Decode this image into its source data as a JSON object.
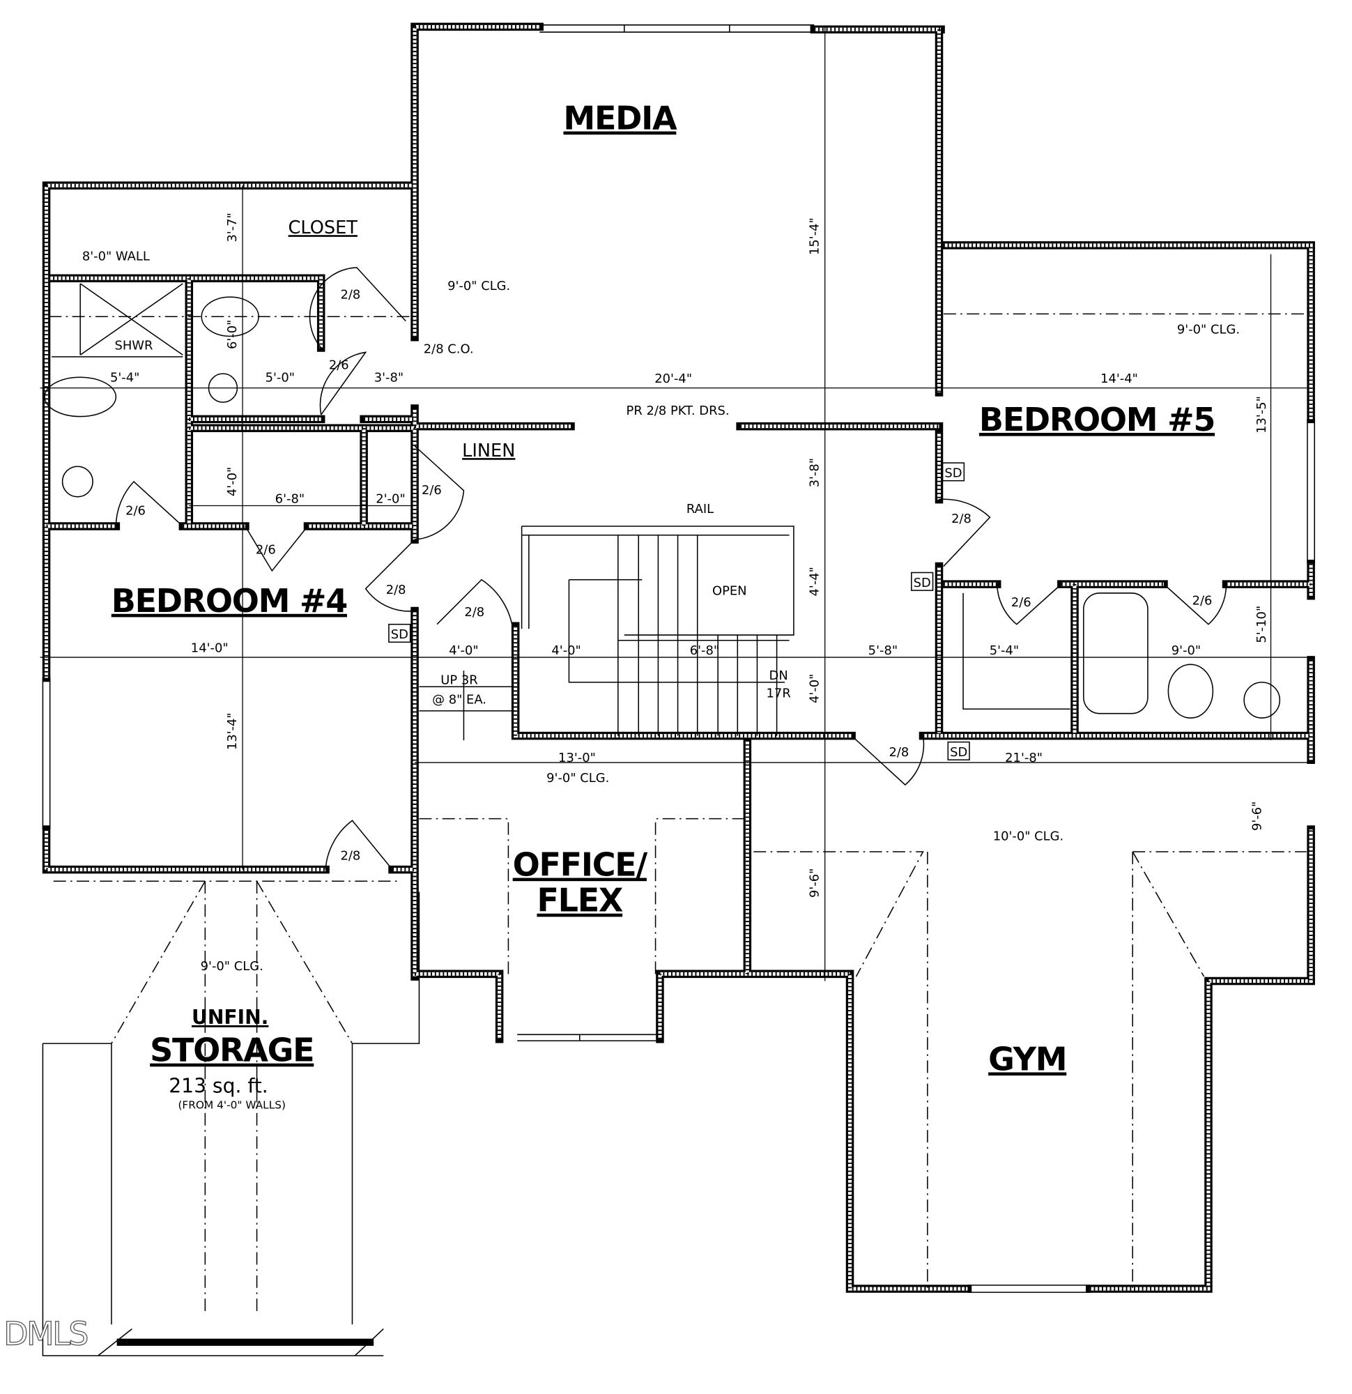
{
  "rooms": {
    "media": "MEDIA",
    "closet": "CLOSET",
    "bedroom5": "BEDROOM #5",
    "bedroom4": "BEDROOM #4",
    "office_line1": "OFFICE/",
    "office_line2": "FLEX",
    "gym": "GYM",
    "storage_line1": "UNFIN.",
    "storage_line2": "STORAGE",
    "storage_area": "213 sq. ft.",
    "storage_note": "(FROM 4'-0\" WALLS)"
  },
  "labels": {
    "shower": "SHWR",
    "linen": "LINEN",
    "rail": "RAIL",
    "open": "OPEN",
    "pocket_doors": "PR 2/8 PKT. DRS.",
    "cased_opening": "2/8 C.O.",
    "stairs_up_1": "UP 3R",
    "stairs_up_2": "@ 8\" EA.",
    "stairs_dn_1": "DN",
    "stairs_dn_2": "17R",
    "smoke_detector": "SD",
    "wall_note": "8'-0\" WALL",
    "ceiling_9": "9'-0\" CLG.",
    "ceiling_10": "10'-0\" CLG."
  },
  "dimensions": {
    "horizontal": [
      "5'-4\"",
      "5'-0\"",
      "3'-8\"",
      "20'-4\"",
      "14'-4\"",
      "6'-8\"",
      "2'-0\"",
      "14'-0\"",
      "4'-0\"",
      "4'-0\"",
      "6'-8\"",
      "5'-8\"",
      "5'-4\"",
      "9'-0\"",
      "13'-0\"",
      "21'-8\""
    ],
    "vertical": [
      "3'-7\"",
      "6'-0\"",
      "4'-0\"",
      "13'-4\"",
      "15'-4\"",
      "3'-8\"",
      "4'-4\"",
      "4'-0\"",
      "9'-6\"",
      "13'-5\"",
      "5'-10\"",
      "9'-6\""
    ]
  },
  "doors": [
    "2/8",
    "2/6",
    "2/6",
    "2/6",
    "2/6",
    "2/8",
    "2/8",
    "2/8",
    "2/6",
    "2/6",
    "2/8",
    "2/8"
  ],
  "watermark": "DMLS"
}
